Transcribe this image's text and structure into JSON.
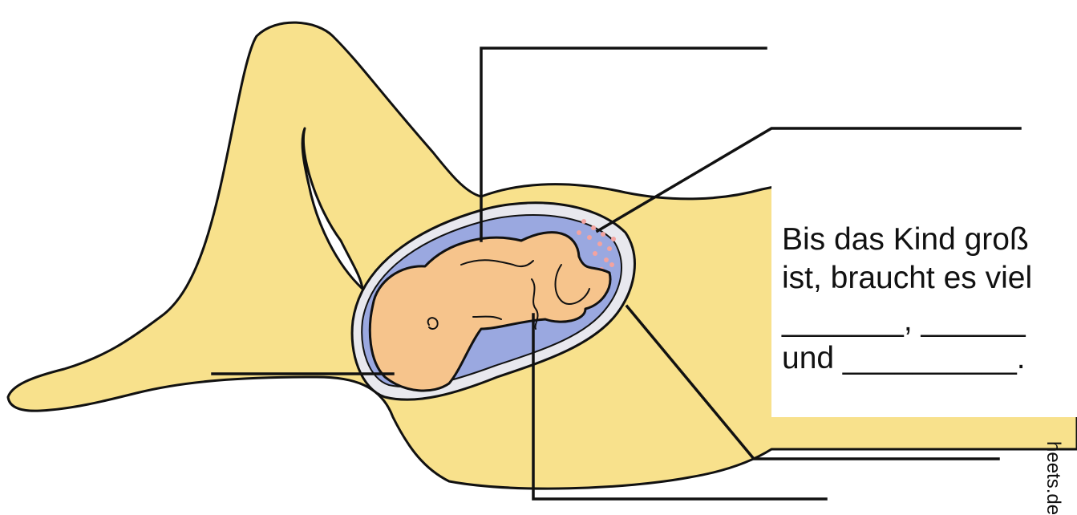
{
  "worksheet": {
    "text_lines": [
      "Bis das Kind groß",
      "ist, braucht es viel",
      "_______, ______",
      "und __________."
    ]
  },
  "watermark": "heets.de",
  "colors": {
    "skin": "#f8e18c",
    "baby": "#f6c48c",
    "amniotic_fluid": "#9aa8e0",
    "placenta_dots": "#f3a3a0",
    "membrane": "#e8e8ee",
    "label_line": "#111111"
  }
}
